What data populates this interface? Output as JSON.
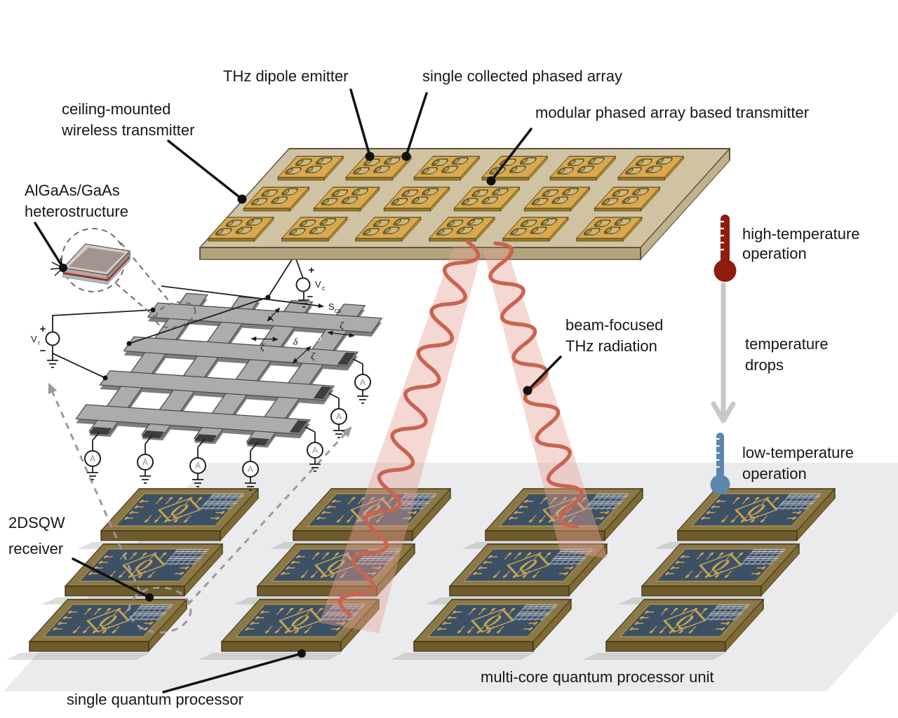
{
  "figure": {
    "annotations": {
      "thz_dipole": "THz dipole emitter",
      "single_collected": "single collected phased array",
      "ceiling_line1": "ceiling-mounted",
      "ceiling_line2": "wireless transmitter",
      "modular": "modular phased array based transmitter",
      "heterostructure_line1": "AlGaAs/GaAs",
      "heterostructure_line2": "heterostructure",
      "beam_line1": "beam-focused",
      "beam_line2": "THz radiation",
      "high_temp_line1": "high-temperature",
      "high_temp_line2": "operation",
      "temp_drops_line1": "temperature",
      "temp_drops_line2": "drops",
      "low_temp_line1": "low-temperature",
      "low_temp_line2": "operation",
      "receiver_line1": "2DSQW",
      "receiver_line2": "receiver",
      "single_processor": "single quantum processor",
      "multicore": "multi-core quantum processor unit"
    },
    "circuit": {
      "v": "V",
      "sub_c": "c",
      "sub_r": "r",
      "s": "S",
      "sub_cs": "cs",
      "ammeter": "A",
      "zeta": "ζ",
      "delta": "δ",
      "plus": "+",
      "minus": "−"
    },
    "chip": {
      "logo": "Q"
    },
    "colors": {
      "beam_wave": "#c96450",
      "beam_band": "rgba(232,162,150,0.42)",
      "panel": "#cfc3a4",
      "module_gold": "#daa84f",
      "chip_frame": "#8c7845",
      "chip_die": "#3d5166",
      "gold": "#c9a24e",
      "platform": "#ebebed",
      "high_temp": "#8e1d0e",
      "low_temp": "#5b87ad",
      "mesh": "#9aa2ac"
    }
  }
}
